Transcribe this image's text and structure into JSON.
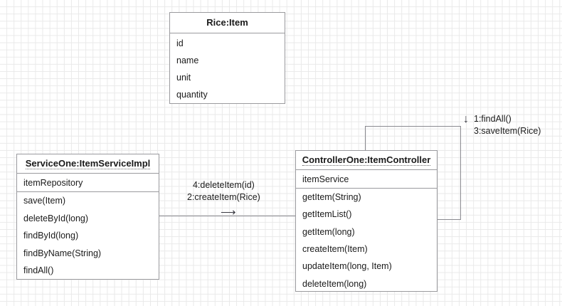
{
  "diagram": {
    "type": "uml-class-collaboration-diagram",
    "background": "graph-paper-grid",
    "grid_color": "#e9e9e9",
    "line_color": "#9a9a9e",
    "text_color": "#1a1a1a"
  },
  "classes": [
    {
      "id": "rice-item",
      "title": "Rice:Item",
      "attributes": [
        "id",
        "name",
        "unit",
        "quantity"
      ],
      "operations": []
    },
    {
      "id": "service-one",
      "title": "ServiceOne:ItemServiceImpl",
      "attributes": [
        "itemRepository"
      ],
      "operations": [
        "save(Item)",
        "deleteById(long)",
        "findById(long)",
        "findByName(String)",
        "findAll()"
      ]
    },
    {
      "id": "controller-one",
      "title": "ControllerOne:ItemController",
      "attributes": [
        "itemService"
      ],
      "operations": [
        "getItem(String)",
        "getItemList()",
        "getItem(long)",
        "createItem(Item)",
        "updateItem(long, Item)",
        "deleteItem(long)"
      ]
    }
  ],
  "messages": {
    "controller_to_service": {
      "line1": "4:deleteItem(id)",
      "line2": "2:createItem(Rice)",
      "arrow": "⟶",
      "arrow_name": "arrow-right-icon"
    },
    "controller_self": {
      "line1": "1:findAll()",
      "line2": "3:saveItem(Rice)",
      "arrow": "↓",
      "arrow_name": "arrow-down-icon"
    }
  }
}
